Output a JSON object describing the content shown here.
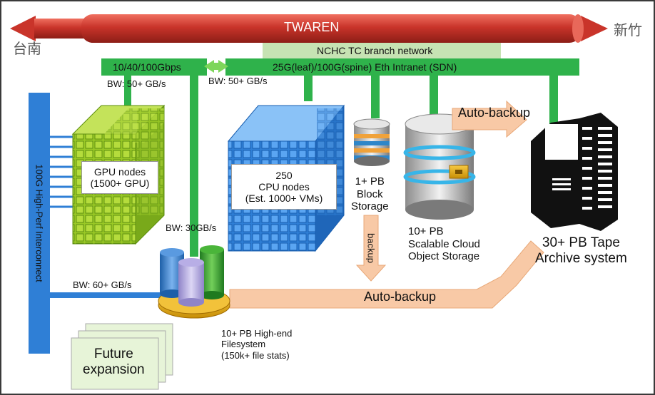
{
  "network": {
    "twaren": "TWAREN",
    "tainan": "台南",
    "hsinchu": "新竹",
    "branch": "NCHC TC branch network",
    "speed": "10/40/100Gbps",
    "intranet": "25G(leaf)/100G(spine) Eth Intranet (SDN)"
  },
  "bandwidth": {
    "gpu_link": "BW: 50+ GB/s",
    "cpu_link": "BW: 50+ GB/s",
    "fs_link": "BW: 30GB/s",
    "interconnect_link": "BW: 60+ GB/s"
  },
  "interconnect_label": "100G High-Perf Interconnect",
  "gpu": {
    "line1": "GPU nodes",
    "line2": "(1500+ GPU)"
  },
  "cpu": {
    "line1": "250",
    "line2": "CPU nodes",
    "line3": "(Est. 1000+ VMs)"
  },
  "block_storage": {
    "line1": "1+ PB",
    "line2": "Block",
    "line3": "Storage"
  },
  "object_storage": {
    "line1": "10+ PB",
    "line2": "Scalable Cloud",
    "line3": "Object Storage"
  },
  "tape": {
    "line1": "30+ PB Tape",
    "line2": "Archive system"
  },
  "filesystem": {
    "line1": "10+ PB High-end",
    "line2": "Filesystem",
    "line3": "(150k+ file stats)"
  },
  "backup": {
    "auto_top": "Auto-backup",
    "auto_bottom": "Auto-backup",
    "vertical": "backup"
  },
  "future": {
    "line1": "Future",
    "line2": "expansion"
  },
  "colors": {
    "twaren_red": "#c0392b",
    "net_green": "#2fb24b",
    "branch_bar": "#c6e3b3",
    "interconnect_blue": "#2f7fd6",
    "gpu_green": "#8dc21f",
    "cpu_blue": "#3d8fe8",
    "arrow_peach": "#f8c9a6",
    "future_green": "#e7f4d8"
  }
}
